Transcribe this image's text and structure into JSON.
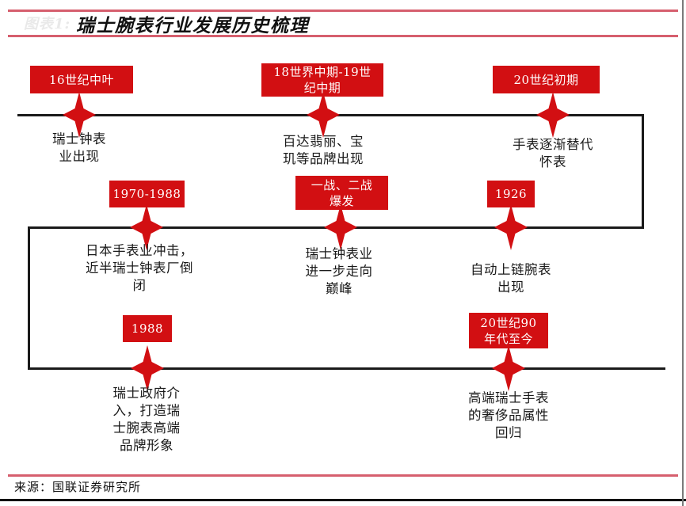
{
  "header": {
    "figure_label": "图表1:",
    "title": "瑞士腕表行业发展历史梳理"
  },
  "footer": {
    "source": "来源：国联证券研究所"
  },
  "colors": {
    "event_red": "#d20f12",
    "rule_pink": "#d65f6e",
    "timeline_black": "#1a1a1a"
  },
  "timeline": {
    "events": [
      {
        "date": "16世纪中叶",
        "desc": "瑞士钟表\n业出现"
      },
      {
        "date": "18世界中期-19世\n纪中期",
        "desc": "百达翡丽、宝\n玑等品牌出现"
      },
      {
        "date": "20世纪初期",
        "desc": "手表逐渐替代\n怀表"
      },
      {
        "date": "1970-1988",
        "desc": "日本手表业冲击，\n近半瑞士钟表厂倒\n闭"
      },
      {
        "date": "一战、二战\n爆发",
        "desc": "瑞士钟表业\n进一步走向\n巅峰"
      },
      {
        "date": "1926",
        "desc": "自动上链腕表\n出现"
      },
      {
        "date": "1988",
        "desc": "瑞士政府介\n入，打造瑞\n士腕表高端\n品牌形象"
      },
      {
        "date": "20世纪90\n年代至今",
        "desc": "高端瑞士手表\n的奢侈品属性\n回归"
      }
    ]
  }
}
